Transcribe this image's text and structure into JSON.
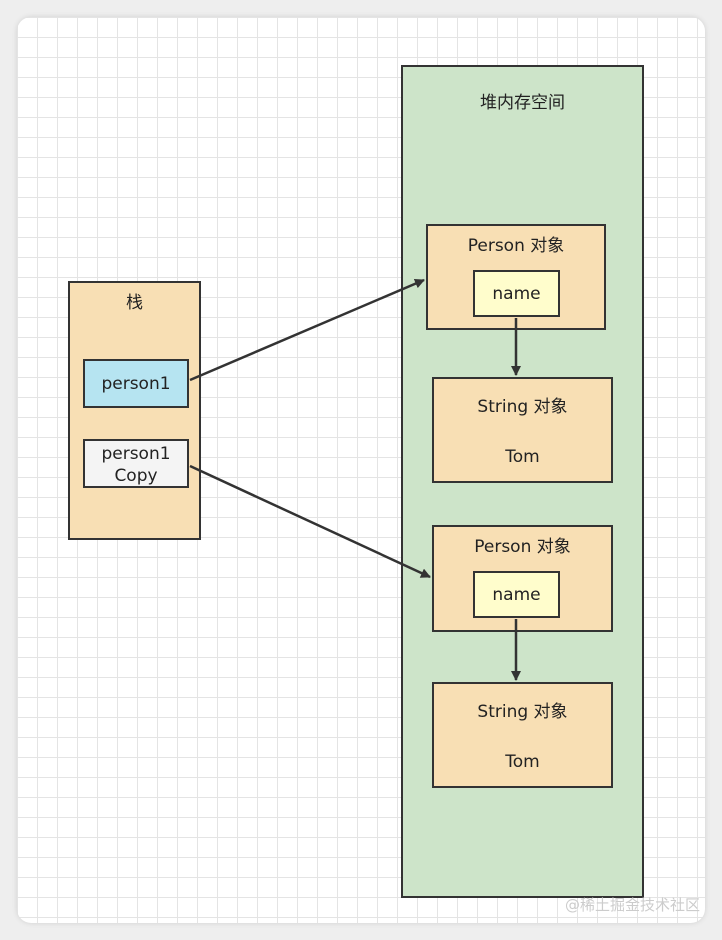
{
  "colors": {
    "stack_fill": "#f8dfb4",
    "heap_fill": "#cde4c9",
    "object_fill": "#f8dfb4",
    "field_fill": "#fffdcc",
    "ref_blue_fill": "#b6e4f1",
    "ref_gray_fill": "#f4f4f4",
    "stroke": "#333333"
  },
  "stack": {
    "title": "栈",
    "ref1": "person1",
    "ref2_line1": "person1",
    "ref2_line2": "Copy"
  },
  "heap": {
    "title": "堆内存空间",
    "objects": [
      {
        "title": "Person 对象",
        "field": "name"
      },
      {
        "title": "String 对象",
        "value": "Tom"
      },
      {
        "title": "Person 对象",
        "field": "name"
      },
      {
        "title": "String 对象",
        "value": "Tom"
      }
    ]
  },
  "watermark": "@稀土掘金技术社区"
}
